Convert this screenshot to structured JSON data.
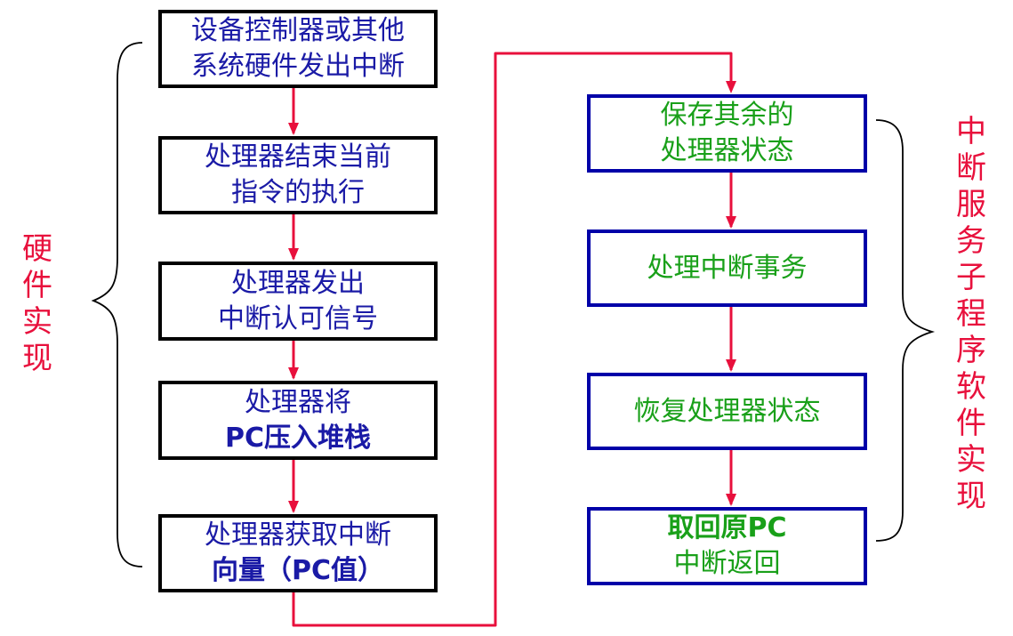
{
  "diagram": {
    "hardware_label": "硬件实现",
    "software_label": "中断服务子程序软件实现",
    "hardware_steps": [
      {
        "lines": [
          "设备控制器或其他",
          "系统硬件发出中断"
        ]
      },
      {
        "lines": [
          "处理器结束当前",
          "指令的执行"
        ]
      },
      {
        "lines": [
          "处理器发出",
          "中断认可信号"
        ]
      },
      {
        "lines": [
          "处理器将",
          "PC压入堆栈"
        ]
      },
      {
        "lines": [
          "处理器获取中断",
          "向量（PC值）"
        ]
      }
    ],
    "software_steps": [
      {
        "lines": [
          "保存其余的",
          "处理器状态"
        ]
      },
      {
        "lines": [
          "处理中断事务"
        ]
      },
      {
        "lines": [
          "恢复处理器状态"
        ]
      },
      {
        "lines": [
          "取回原PC",
          "中断返回"
        ]
      }
    ],
    "colors": {
      "hardware_text": "#1a1aa6",
      "hardware_border": "#000000",
      "software_text": "#19a019",
      "software_border": "#0000a8",
      "arrow": "#e8103c",
      "side_label": "#e8103c",
      "brace": "#000000"
    }
  }
}
